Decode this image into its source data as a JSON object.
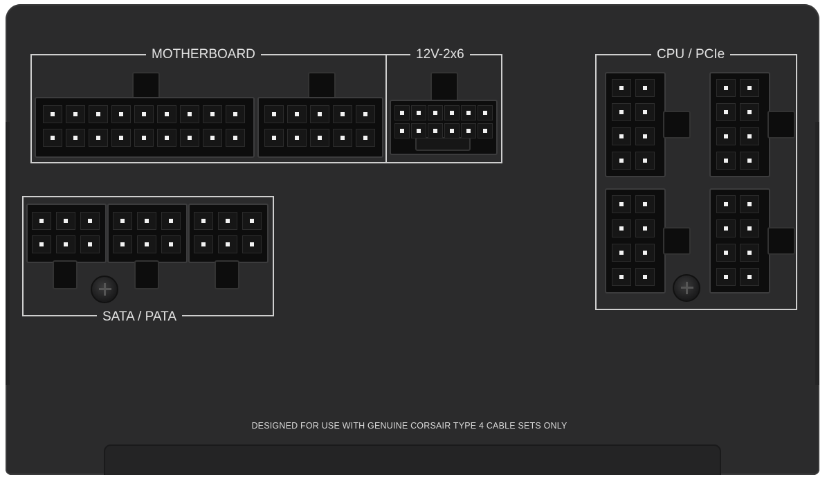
{
  "labels": {
    "motherboard": "MOTHERBOARD",
    "twelve_v": "12V-2x6",
    "cpu_pcie": "CPU / PCIe",
    "sata_pata": "SATA / PATA",
    "notice": "DESIGNED FOR USE WITH GENUINE CORSAIR TYPE 4 CABLE SETS ONLY"
  },
  "colors": {
    "panel": "#2b2b2c",
    "frame_line": "#cfcfcf",
    "connector": "#0d0d0d",
    "pin_dot": "#f2f2f2"
  },
  "icons": [
    "screw-icon"
  ]
}
